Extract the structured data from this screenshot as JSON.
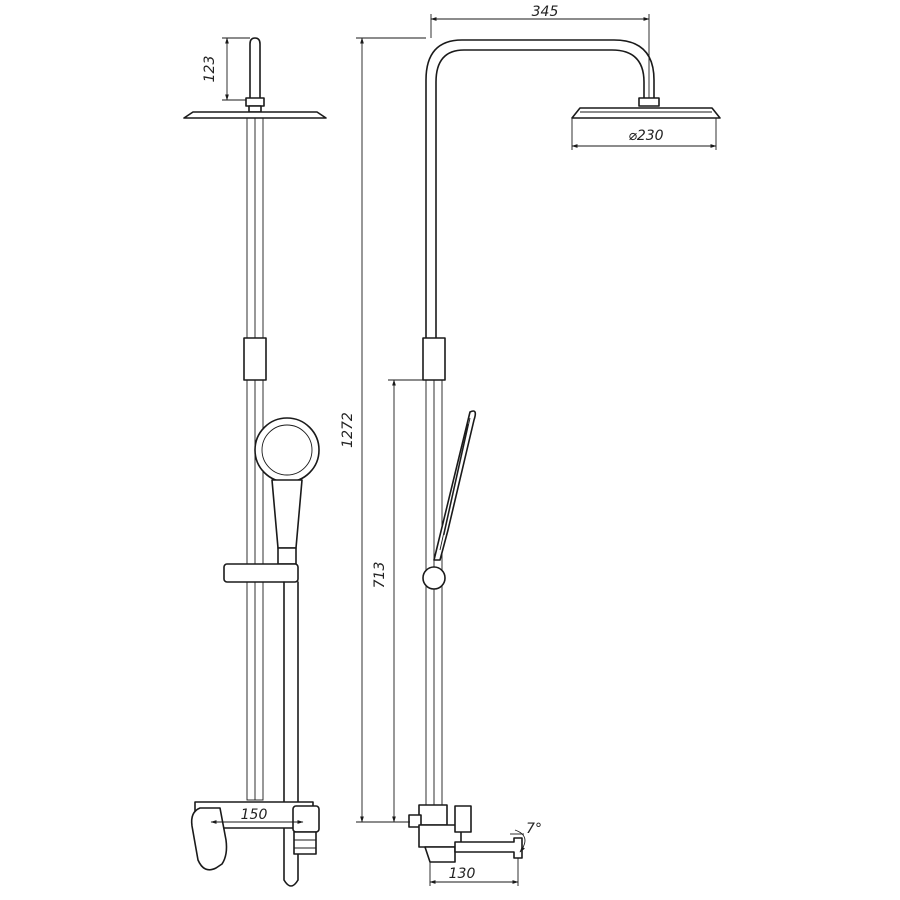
{
  "drawing": {
    "dimensions": {
      "head_pipe_height": "123",
      "total_height": "1272",
      "arm_reach": "345",
      "head_diameter": "⌀230",
      "slide_height": "713",
      "mixer_width_front": "150",
      "spout_length": "130",
      "spout_angle": "7°"
    }
  }
}
